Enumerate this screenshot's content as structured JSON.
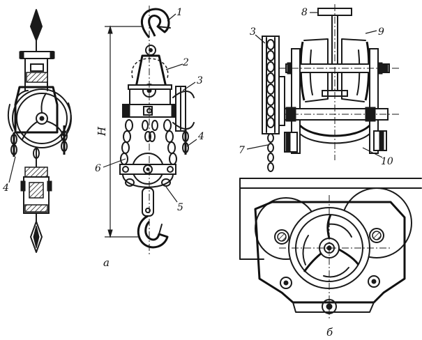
{
  "labels": {
    "n1": "1",
    "n2": "2",
    "n3_mid": "3",
    "n3_right": "3",
    "n4_left": "4",
    "n4_mid": "4",
    "n5": "5",
    "n6": "6",
    "n7": "7",
    "n8": "8",
    "n9": "9",
    "n10": "10",
    "dim_h": "H",
    "view_a": "а",
    "view_b": "б"
  }
}
